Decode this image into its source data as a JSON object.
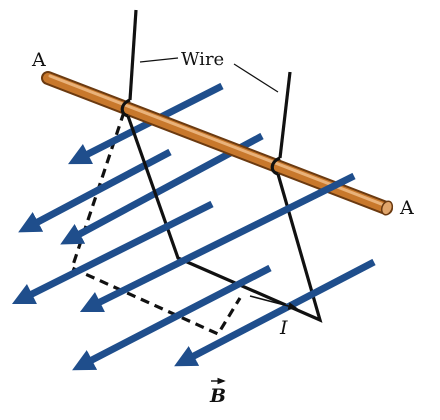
{
  "labels": {
    "end_left": "A",
    "end_right": "A",
    "wire": "Wire",
    "current": "I",
    "field": "B"
  },
  "colors": {
    "rod": "#c8782c",
    "rod_edge": "#6b3a10",
    "rod_highlight": "#e9b27a",
    "field_arrows": "#1f4e8c",
    "wire": "#111111"
  }
}
